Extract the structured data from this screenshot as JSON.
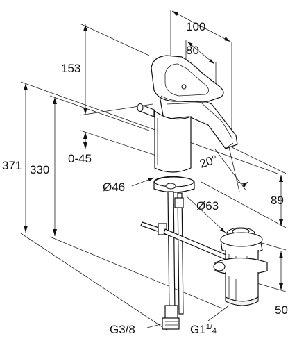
{
  "dimensions": {
    "width_total": "100",
    "width_inner": "80",
    "height_top": "153",
    "height_total": "371",
    "height_mid": "330",
    "range_lever": "0-45",
    "angle": "20°",
    "diameter_body": "Ø46",
    "diameter_waste": "Ø63",
    "height_spout": "89",
    "height_waste": "50",
    "thread_supply": "G3/8",
    "thread_waste_main": "G1",
    "thread_waste_frac_num": "1",
    "thread_waste_frac_den": "4"
  }
}
